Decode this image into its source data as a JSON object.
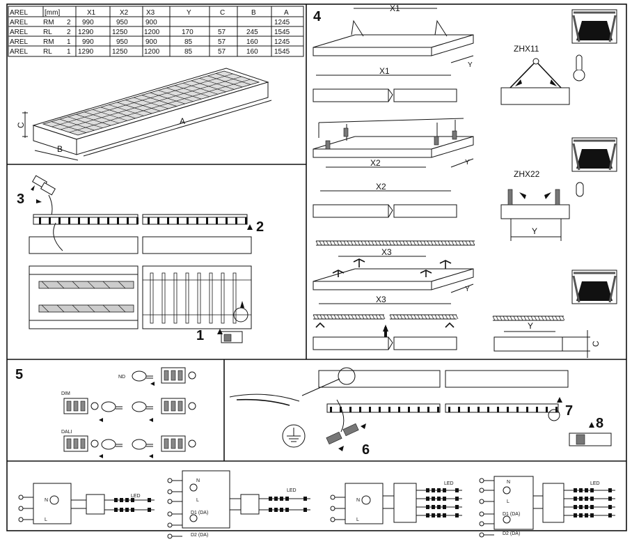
{
  "table": {
    "headers": [
      "AREL",
      "[mm]",
      "X1",
      "X2",
      "X3",
      "Y",
      "C",
      "B",
      "A"
    ],
    "rows": [
      {
        "model": "AREL",
        "type": "RM",
        "n": "2",
        "x1": "990",
        "x2": "950",
        "x3": "900",
        "y": "170",
        "c": "57",
        "b": "245",
        "a": "1245"
      },
      {
        "model": "AREL",
        "type": "RL",
        "n": "2",
        "x1": "1290",
        "x2": "1250",
        "x3": "1200",
        "y": "",
        "c": "",
        "b": "",
        "a": "1545"
      },
      {
        "model": "AREL",
        "type": "RM",
        "n": "1",
        "x1": "990",
        "x2": "950",
        "x3": "900",
        "y": "85",
        "c": "57",
        "b": "160",
        "a": "1245"
      },
      {
        "model": "AREL",
        "type": "RL",
        "n": "1",
        "x1": "1290",
        "x2": "1250",
        "x3": "1200",
        "y": "85",
        "c": "57",
        "b": "160",
        "a": "1545"
      }
    ]
  },
  "panel1": {
    "dim_a": "A",
    "dim_b": "B",
    "dim_c": "C"
  },
  "panel3": {
    "step1": "1",
    "step2": "2",
    "step3": "3"
  },
  "panel4": {
    "number": "4",
    "x1": "X1",
    "x2": "X2",
    "x3": "X3",
    "y": "Y",
    "c": "C",
    "zhx11": "ZHX11",
    "zhx22": "ZHX22"
  },
  "panel5": {
    "number": "5",
    "nd": "ND",
    "dim": "DIM",
    "dali": "DALI"
  },
  "panel6": {
    "step6": "6",
    "step7": "7",
    "step8": "8"
  },
  "wiring": {
    "n": "N",
    "l": "L",
    "led": "LED",
    "d1": "D1 (DA)",
    "d2": "D2 (DA)"
  }
}
